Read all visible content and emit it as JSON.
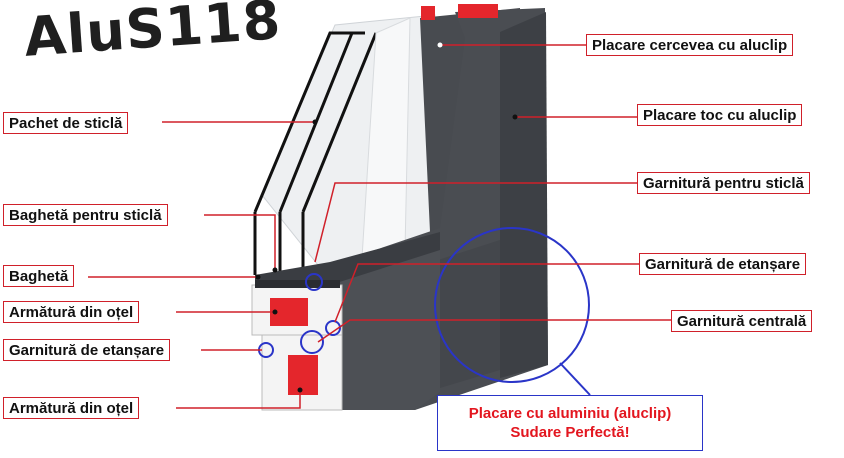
{
  "title": "AluS118",
  "labels": {
    "placare_cercevea": "Placare cercevea cu aluclip",
    "placare_toc": "Placare toc cu aluclip",
    "pachet_sticla": "Pachet de sticlă",
    "garnitura_sticla": "Garnitură pentru sticlă",
    "bagheta_sticla": "Baghetă pentru sticlă",
    "bagheta": "Baghetă",
    "garnitura_etansare_right": "Garnitură de etanșare",
    "armatura_otel_top": "Armătură din oțel",
    "garnitura_centrala": "Garnitură centrală",
    "garnitura_etansare_left": "Garnitură de etanșare",
    "armatura_otel_bottom": "Armătură din oțel"
  },
  "note": {
    "line1": "Placare cu aluminiu (aluclip)",
    "line2": "Sudare Perfectă!"
  },
  "colors": {
    "frame": "#4a4d52",
    "frame_dark": "#3b3e43",
    "label_border": "#d0202a",
    "leader": "#d0202a",
    "circle": "#2a35c8",
    "note_text": "#e3161f",
    "steel": "#e4262c"
  }
}
